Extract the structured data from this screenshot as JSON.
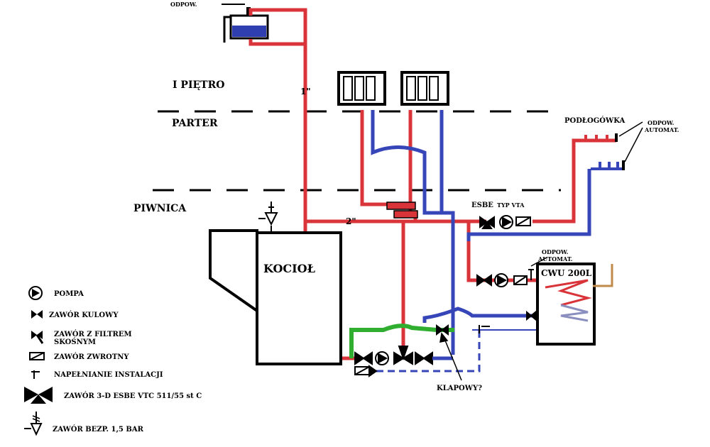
{
  "labels": {
    "odpow_top": "ODPOW.",
    "floor_1": "I PIĘTRO",
    "floor_parter": "PARTER",
    "floor_piwnica": "PIWNICA",
    "pipe_1": "1\"",
    "pipe_2": "2\"",
    "kociol": "KOCIOŁ",
    "podlogowka": "PODŁOGÓWKA",
    "odpow_automat_1": "ODPOW.",
    "odpow_automat_2": "AUTOMAT.",
    "esbe": "ESBE",
    "typ_vta": "TYP VTA",
    "odpow_cwu_1": "ODPOW.",
    "odpow_cwu_2": "AUTOMAT.",
    "cwu": "CWU 200L",
    "klapowy": "KLAPOWY?"
  },
  "legend": {
    "pompa": "POMPA",
    "zawor_kulowy": "ZAWÓR KULOWY",
    "zawor_filtr_1": "ZAWÓR Z FILTREM",
    "zawor_filtr_2": "SKOŚNYM",
    "zawor_zwrotny": "ZAWÓR ZWROTNY",
    "napelnianie": "NAPEŁNIANIE INSTALACJI",
    "zawor_3d": "ZAWÓR 3-D  ESBE  VTC 511/55 st C",
    "zawor_bezp": "ZAWÓR BEZP. 1,5 BAR"
  },
  "colors": {
    "supply": "#d8343a",
    "return": "#3646b8",
    "bypass": "#2fae2f",
    "coil_return": "#8a8fbf",
    "coil_supply": "#c08a4a"
  }
}
